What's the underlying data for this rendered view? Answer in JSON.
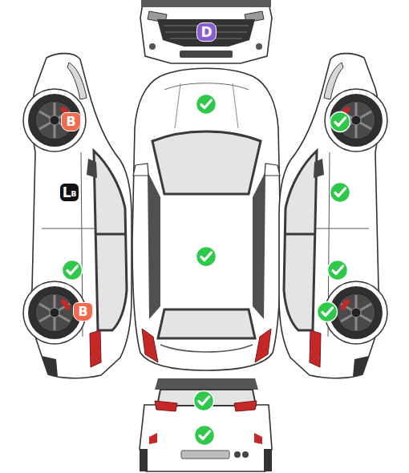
{
  "diagram": {
    "nodes": [
      {
        "text": [
          "D"
        ]
      },
      {
        "text": [
          "B"
        ]
      },
      {
        "text": [
          "L",
          "B"
        ]
      },
      {
        "text": [
          "B"
        ]
      }
    ]
  }
}
